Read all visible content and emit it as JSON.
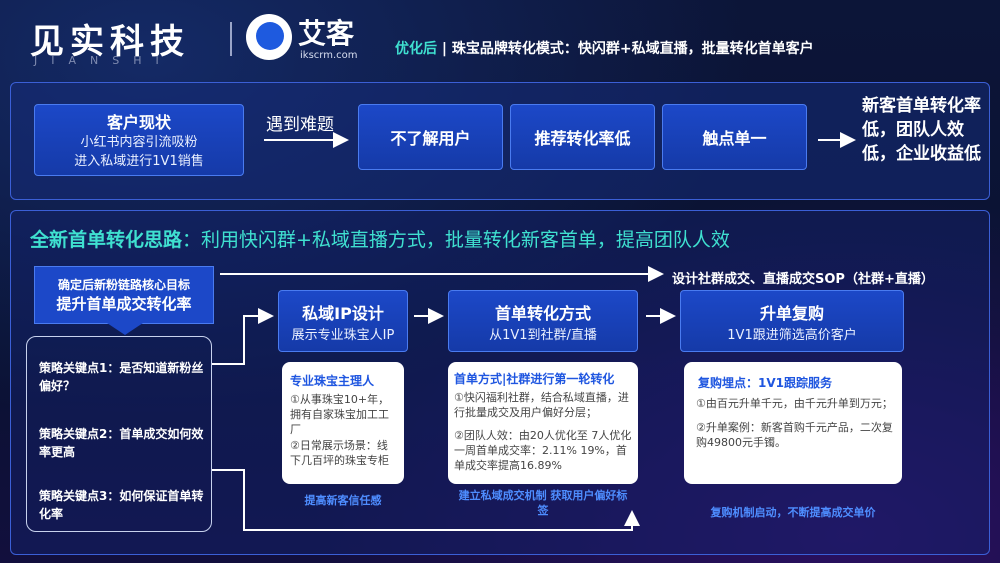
{
  "header": {
    "brand": "见实科技",
    "brand_sub": "JIANSHI",
    "logo_name": "艾客",
    "logo_url": "ikscrm.com",
    "tag_highlight": "优化后",
    "tag_rest": " | 珠宝品牌转化模式：快闪群+私域直播，批量转化首单客户"
  },
  "top": {
    "customer_title": "客户现状",
    "customer_line1": "小红书内容引流吸粉",
    "customer_line2": "进入私域进行1V1销售",
    "meet_label": "遇到难题",
    "problems": [
      "不了解用户",
      "推荐转化率低",
      "触点单一"
    ],
    "result": "新客首单转化率低，团队人效低，企业收益低"
  },
  "bottom": {
    "title_key": "全新首单转化思路",
    "title_value": "：利用快闪群+私域直播方式，批量转化新客首单，提高团队人效",
    "goal_line1": "确定后新粉链路核心目标",
    "goal_line2": "提升首单成交转化率",
    "long_label": "设计社群成交、直播成交SOP（社群+直播）",
    "strategy": [
      "策略关键点1：是否知道新粉丝偏好？",
      "策略关键点2：首单成交如何效率更高",
      "策略关键点3：如何保证首单转化率"
    ],
    "steps": [
      {
        "title": "私域IP设计",
        "desc": "展示专业珠宝人IP",
        "card_head": "专业珠宝主理人",
        "card_p1": "①从事珠宝10+年，拥有自家珠宝加工工厂",
        "card_p2": "②日常展示场景：线下几百坪的珠宝专柜",
        "foot": "提高新客信任感"
      },
      {
        "title": "首单转化方式",
        "desc": "从1V1到社群/直播",
        "card_head": "首单方式|社群进行第一轮转化",
        "card_p1": "①快闪福利社群，结合私域直播，进行批量成交及用户偏好分层；",
        "card_p2": "②团队人效：由20人优化至 7人优化一周首单成交率：2.11% 19%，首单成交率提高16.89%",
        "foot": "建立私域成交机制 获取用户偏好标签"
      },
      {
        "title": "升单复购",
        "desc": "1V1跟进筛选高价客户",
        "card_head": "复购埋点：1V1跟踪服务",
        "card_p1": "①由百元升单千元，由千元升单到万元；",
        "card_p2": "②升单案例：新客首购千元产品，二次复购49800元手镯。",
        "foot": "复购机制启动，不断提高成交单价"
      }
    ]
  },
  "colors": {
    "accent": "#3fe0d0",
    "box": "#1c48c8",
    "link": "#4e8dff"
  }
}
